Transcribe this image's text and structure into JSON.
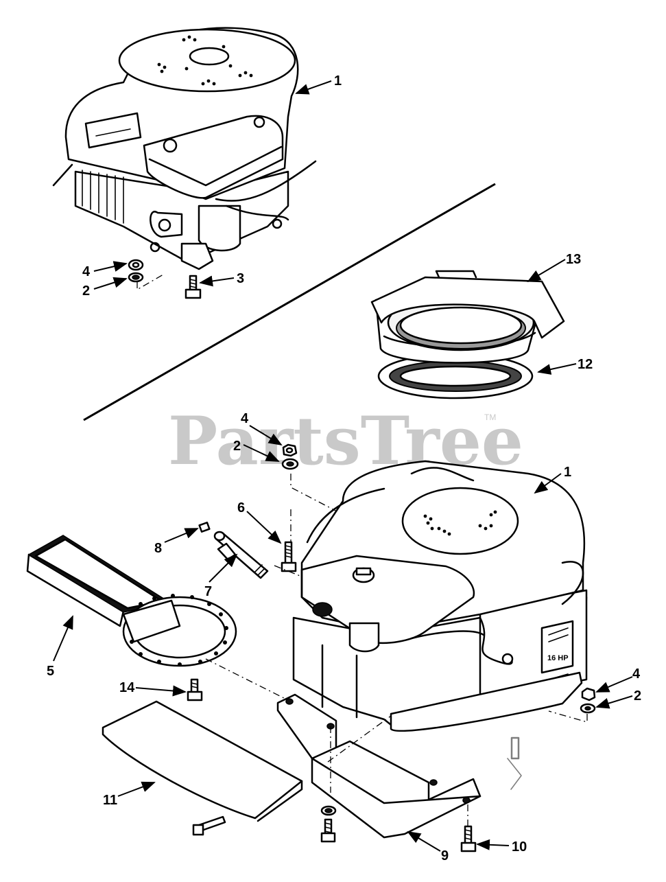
{
  "watermark": {
    "text": "PartsTree",
    "trademark": "TM"
  },
  "engine_decal": {
    "hp_text": "16 HP"
  },
  "callouts": {
    "c1_top": "1",
    "c4_top": "4",
    "c2_top": "2",
    "c3": "3",
    "c13": "13",
    "c12": "12",
    "c4_mid": "4",
    "c2_mid": "2",
    "c1_mid": "1",
    "c6": "6",
    "c8": "8",
    "c7": "7",
    "c5": "5",
    "c14": "14",
    "c4_right": "4",
    "c2_right": "2",
    "c11": "11",
    "c9": "9",
    "c10": "10"
  },
  "colors": {
    "ink": "#000000",
    "paper": "#ffffff",
    "watermark": "#c9c9c9"
  }
}
